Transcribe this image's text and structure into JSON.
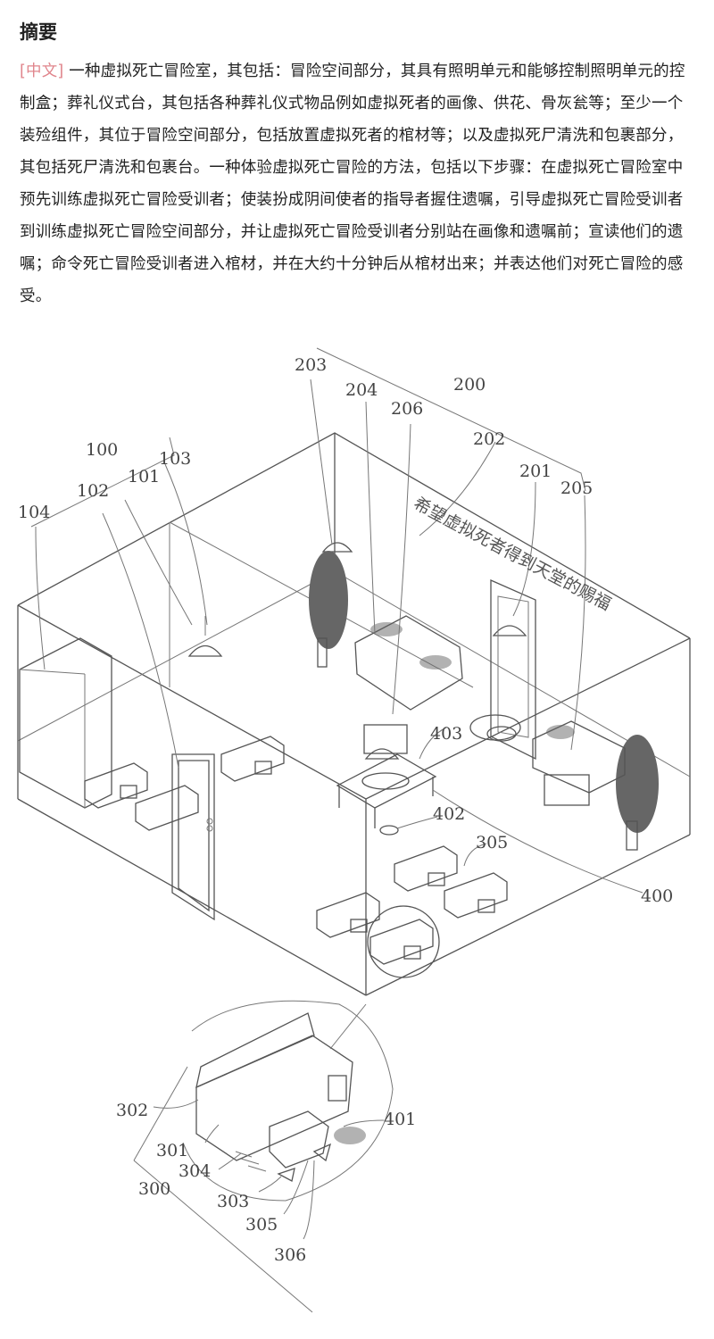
{
  "abstract": {
    "heading": "摘要",
    "lang_tag": "[中文]",
    "text": "一种虚拟死亡冒险室，其包括：冒险空间部分，其具有照明单元和能够控制照明单元的控制盒；葬礼仪式台，其包括各种葬礼仪式物品例如虚拟死者的画像、供花、骨灰瓮等；至少一个装殓组件，其位于冒险空间部分，包括放置虚拟死者的棺材等；以及虚拟死尸清洗和包裹部分，其包括死尸清洗和包裹台。一种体验虚拟死亡冒险的方法，包括以下步骤：在虚拟死亡冒险室中预先训练虚拟死亡冒险受训者；使装扮成阴间使者的指导者握住遗嘱，引导虚拟死亡冒险受训者到训练虚拟死亡冒险空间部分，并让虚拟死亡冒险受训者分别站在画像和遗嘱前；宣读他们的遗嘱；命令死亡冒险受训者进入棺材，并在大约十分钟后从棺材出来；并表达他们对死亡冒险的感受。"
  },
  "figure": {
    "banner": "希望虚拟死者得到天堂的赐福",
    "refs": {
      "r100": "100",
      "r101": "101",
      "r102": "102",
      "r103": "103",
      "r104": "104",
      "r200": "200",
      "r201": "201",
      "r202": "202",
      "r203": "203",
      "r204": "204",
      "r205": "205",
      "r206": "206",
      "r300": "300",
      "r301": "301",
      "r302": "302",
      "r303": "303",
      "r304": "304",
      "r305a": "305",
      "r305b": "305",
      "r306": "306",
      "r400": "400",
      "r401": "401",
      "r402": "402",
      "r403": "403"
    }
  }
}
